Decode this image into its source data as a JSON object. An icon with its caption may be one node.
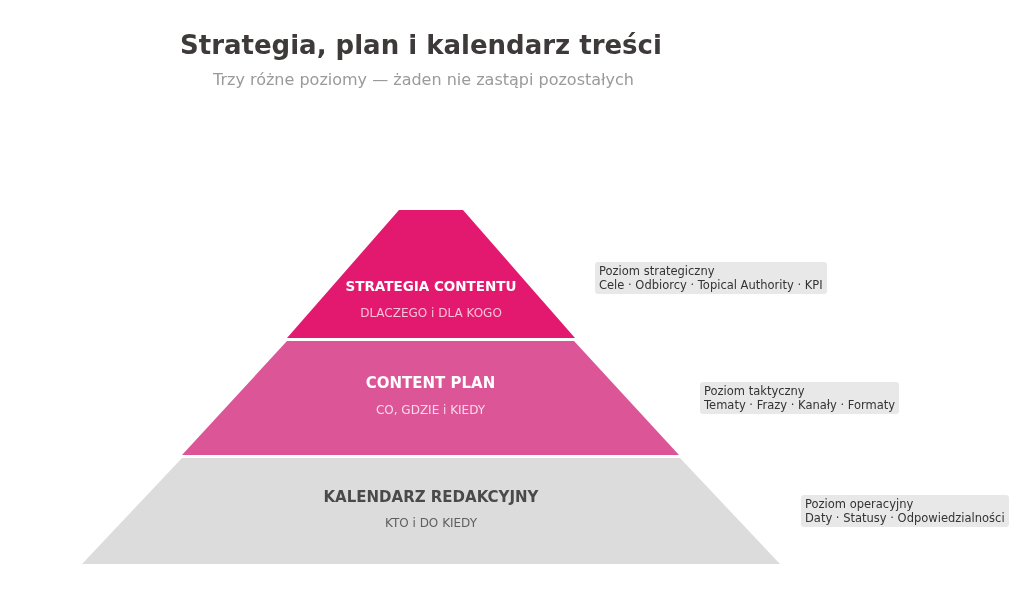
{
  "diagram": {
    "title": "Strategia, plan i kalendarz treści",
    "nodes": [
      {
        "text": [
          "STRATEGIA CONTENTU",
          "DLACZEGO i DLA KOGO"
        ]
      },
      {
        "text": [
          "CONTENT PLAN",
          "CO, GDZIE i KIEDY"
        ]
      },
      {
        "text": [
          "KALENDARZ REDAKCYJNY",
          "KTO i DO KIEDY"
        ]
      },
      {
        "text": [
          "Poziom strategiczny",
          "Cele · Odbiorcy · Topical Authority · KPI"
        ]
      },
      {
        "text": [
          "Poziom taktyczny",
          "Tematy · Frazy · Kanały · Formaty"
        ]
      },
      {
        "text": [
          "Poziom operacyjny",
          "Daty · Statusy · Odpowiedzialności"
        ]
      }
    ],
    "labels": [
      "Trzy różne poziomy — żaden nie zastąpi pozostałych"
    ]
  }
}
